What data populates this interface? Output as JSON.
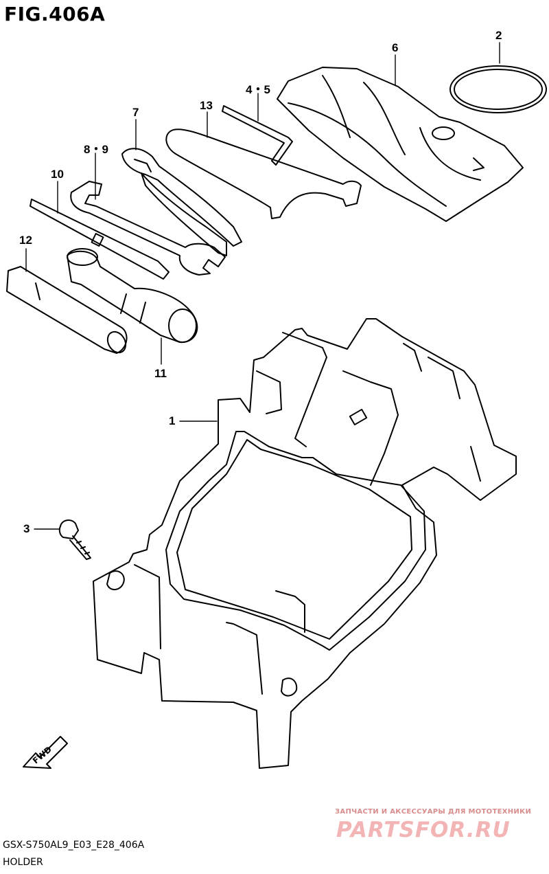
{
  "figure": {
    "title": "FIG.406A"
  },
  "callouts": [
    {
      "id": "c2",
      "label": "2"
    },
    {
      "id": "c6",
      "label": "6"
    },
    {
      "id": "c45",
      "label": "4・5"
    },
    {
      "id": "c13",
      "label": "13"
    },
    {
      "id": "c7",
      "label": "7"
    },
    {
      "id": "c89",
      "label": "8・9"
    },
    {
      "id": "c10",
      "label": "10"
    },
    {
      "id": "c12",
      "label": "12"
    },
    {
      "id": "c11",
      "label": "11"
    },
    {
      "id": "c1",
      "label": "1"
    },
    {
      "id": "c3",
      "label": "3"
    }
  ],
  "fwd_marker": {
    "label": "FWD"
  },
  "footer": {
    "model_code": "GSX-S750AL9_E03_E28_406A",
    "section_name": "HOLDER"
  },
  "watermark": {
    "caption": "ЗАПЧАСТИ И АКСЕССУАРЫ ДЛЯ МОТОТЕХНИКИ",
    "brand": "PARTSFOR.RU",
    "color": "#f2b4b4"
  }
}
